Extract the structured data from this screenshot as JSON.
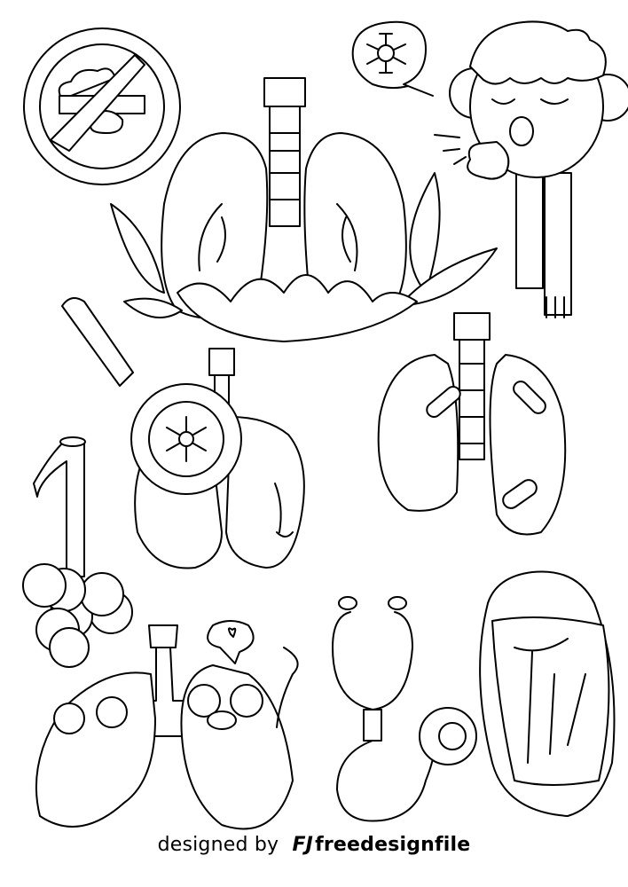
{
  "illustration": {
    "style": "black-and-white line art coloring page",
    "subject": "lungs and respiratory health",
    "colors": {
      "line": "#000000",
      "background": "#ffffff"
    },
    "elements": [
      {
        "id": "no-smoking-sign",
        "description": "no smoking prohibition sign with cigarette and smoke"
      },
      {
        "id": "virus-speech-bubble",
        "description": "speech bubble with virus icon"
      },
      {
        "id": "coughing-boy",
        "description": "boy with scarf coughing into fist"
      },
      {
        "id": "lungs-with-leaves",
        "description": "lungs with trachea surrounded by leaves"
      },
      {
        "id": "magnifier-lungs",
        "description": "magnifying glass over lungs showing virus"
      },
      {
        "id": "bandaged-lungs",
        "description": "lungs with bandages"
      },
      {
        "id": "bronchiole-alveoli",
        "description": "bronchiole tube with alveoli cluster"
      },
      {
        "id": "cartoon-lungs",
        "description": "cute cartoon lungs with faces and heart speech bubble"
      },
      {
        "id": "stethoscope",
        "description": "stethoscope"
      },
      {
        "id": "face-mask",
        "description": "medical face mask"
      }
    ]
  },
  "footer": {
    "prefix": "designed by",
    "logo": "FJ",
    "brand": "freedesignfile"
  }
}
